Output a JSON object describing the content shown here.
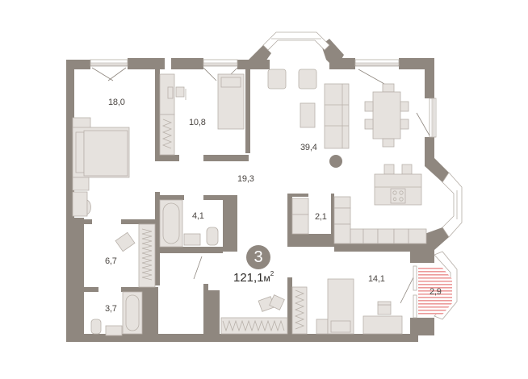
{
  "plan": {
    "apartment_rooms": "3",
    "total_area": "121,1",
    "area_unit": "м",
    "area_unit_power": "2",
    "colors": {
      "wall": "#8f877f",
      "furniture": "#e6e2de",
      "balcony_hatch": "#e88a8a",
      "badge": "#8f877f"
    },
    "rooms": [
      {
        "id": "bedroom-master",
        "area": "18,0"
      },
      {
        "id": "bedroom-small",
        "area": "10,8"
      },
      {
        "id": "living-kitchen",
        "area": "39,4"
      },
      {
        "id": "hallway",
        "area": "19,3"
      },
      {
        "id": "bathroom-main",
        "area": "4,1"
      },
      {
        "id": "storage",
        "area": "2,1"
      },
      {
        "id": "dressing",
        "area": "6,7"
      },
      {
        "id": "bathroom-small",
        "area": "3,7"
      },
      {
        "id": "bedroom-third",
        "area": "14,1"
      },
      {
        "id": "balcony",
        "area": "2,9"
      }
    ]
  }
}
